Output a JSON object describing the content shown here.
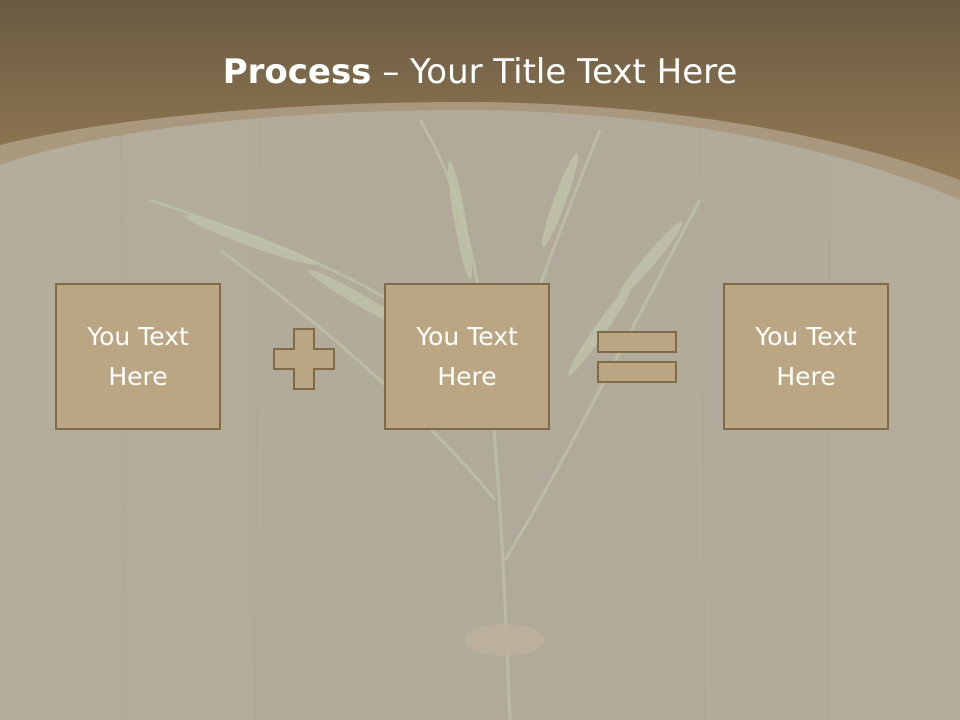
{
  "slide": {
    "title_bold": "Process",
    "title_rest": " – Your Title Text Here"
  },
  "boxes": [
    {
      "text": "You Text Here"
    },
    {
      "text": "You Text Here"
    },
    {
      "text": "You Text Here"
    }
  ],
  "operators": [
    "plus-icon",
    "equals-icon"
  ],
  "colors": {
    "header": "#8b7451",
    "box_fill": "#baa682",
    "box_border": "#7f6b48",
    "overlay": "#d8d4c4",
    "title_text": "#ffffff"
  }
}
